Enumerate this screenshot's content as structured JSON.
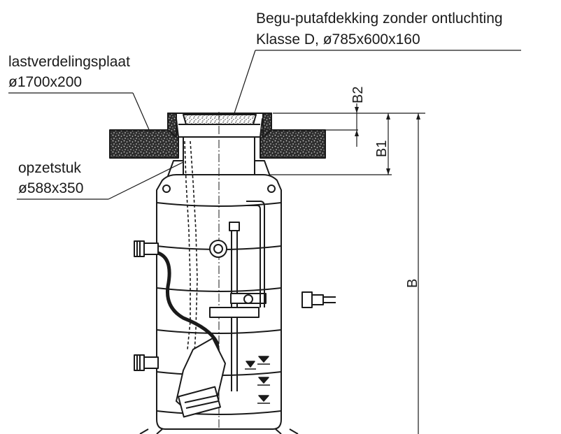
{
  "labels": {
    "cover": {
      "line1": "Begu-putafdekking zonder ontluchting",
      "line2": "Klasse D, ø785x600x160"
    },
    "plate": {
      "line1": "lastverdelingsplaat",
      "line2": "ø1700x200"
    },
    "riser": {
      "line1": "opzetstuk",
      "line2": "ø588x350"
    }
  },
  "dimensions": {
    "b2": "B2",
    "b1": "B1",
    "b": "B"
  }
}
